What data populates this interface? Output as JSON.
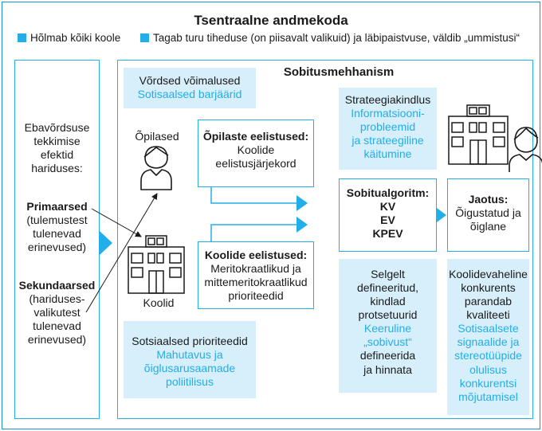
{
  "title": "Tsentraalne andmekoda",
  "legend": [
    {
      "label": "Hõlmab kõiki koole"
    },
    {
      "label": "Tagab turu tiheduse (on piisavalt valikuid) ja läbipaistvuse, väldib „ummistusi“"
    }
  ],
  "left": {
    "intro": [
      "Ebavõrdsuse",
      "tekkimise",
      "efektid",
      "hariduses:"
    ],
    "primary_title": "Primaarsed",
    "primary_desc": [
      "(tulemustest",
      "tulenevad",
      "erinevused)"
    ],
    "secondary_title": "Sekundaarsed",
    "secondary_desc": [
      "(hariduses-",
      "valikutest",
      "tulenevad",
      "erinevused)"
    ]
  },
  "mechanism": {
    "title": "Sobitusmehhanism",
    "equal": {
      "label": "Võrdsed võimalused",
      "blue": "Sotisaalsed barjäärid"
    },
    "students_label": "Õpilased",
    "schools_label": "Koolid",
    "student_pref": {
      "title": "Õpilaste eelistused:",
      "text": [
        "Koolide",
        "eelistusjärjekord"
      ]
    },
    "school_pref": {
      "title": "Koolide eelistused:",
      "text": [
        "Meritokraatlikud ja",
        "mittemeritokraatlikud",
        "prioriteedid"
      ]
    },
    "social": {
      "label": "Sotsiaalsed prioriteedid",
      "blue": [
        "Mahutavus ja",
        "õiglusarusaamade",
        "poliitilisus"
      ]
    },
    "strategy": {
      "label": "Strateegiakindlus",
      "blue": [
        "Informatsiooni-",
        "probleemid",
        "ja strateegiline",
        "käitumine"
      ]
    },
    "algorithm": {
      "title": "Sobitualgoritm:",
      "items": [
        "KV",
        "EV",
        "KPEV"
      ]
    },
    "allocation": {
      "title": "Jaotus:",
      "text": [
        "Õigustatud ja",
        "õiglane"
      ]
    },
    "defined": {
      "label": [
        "Selgelt",
        "defineeritud,",
        "kindlad",
        "protsetuurid"
      ],
      "blue": [
        "Keeruline",
        "„sobivust“"
      ],
      "tail": [
        "defineerida",
        "ja hinnata"
      ]
    },
    "competition": {
      "label": [
        "Koolidevaheline",
        "konkurents",
        "parandab",
        "kvaliteeti"
      ],
      "blue": [
        "Sotisaalsete",
        "signaalide ja",
        "stereotüüpide",
        "olulisus",
        "konkurentsi",
        "mõjutamisel"
      ]
    }
  },
  "colors": {
    "accent": "#22aee8",
    "light": "#d7eefb",
    "border": "#1a8fd0"
  },
  "icons": [
    "student-icon",
    "school-icon",
    "school-building-icon",
    "person-icon"
  ]
}
